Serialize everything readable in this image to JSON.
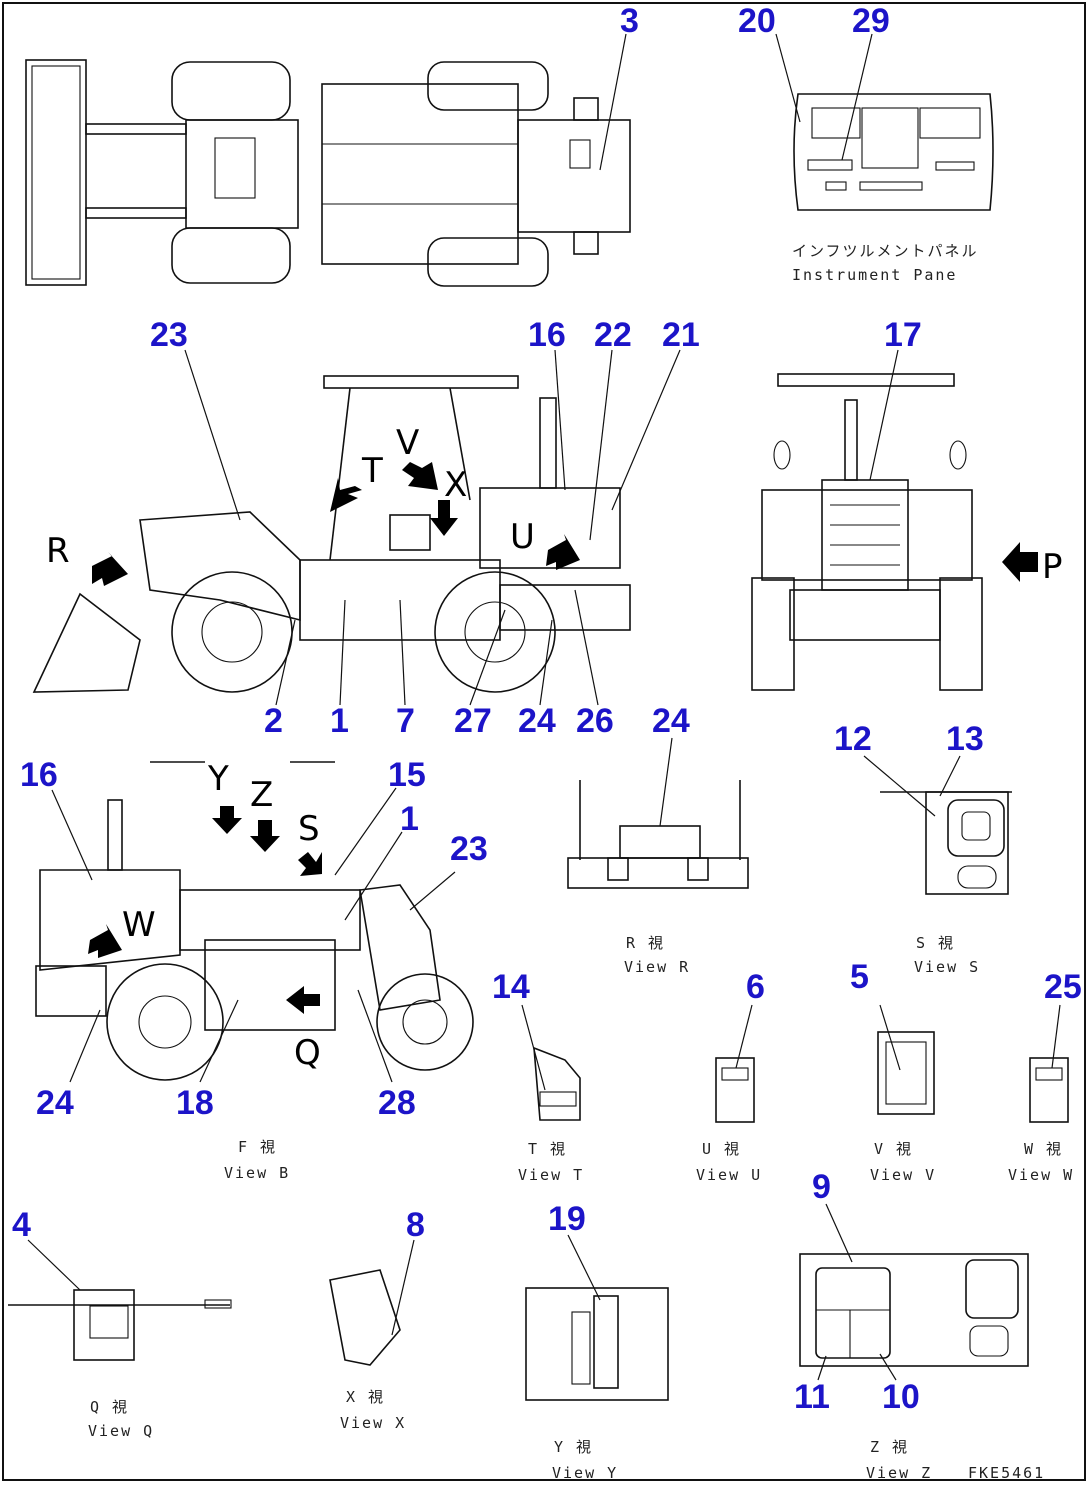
{
  "callouts": {
    "top_3": "3",
    "ip_20": "20",
    "ip_29": "29",
    "side_23": "23",
    "side_16": "16",
    "side_22": "22",
    "side_21": "21",
    "side_2": "2",
    "side_1": "1",
    "side_7": "7",
    "side_27": "27",
    "side_24": "24",
    "side_26": "26",
    "rear_17": "17",
    "left_16": "16",
    "left_15": "15",
    "left_1": "1",
    "left_23": "23",
    "left_24": "24",
    "left_18": "18",
    "left_28": "28",
    "viewr_24": "24",
    "views_12": "12",
    "views_13": "13",
    "viewt_14": "14",
    "viewu_6": "6",
    "viewv_5": "5",
    "vieww_25": "25",
    "viewq_4": "4",
    "viewx_8": "8",
    "viewy_19": "19",
    "viewz_9": "9",
    "viewz_11": "11",
    "viewz_10": "10"
  },
  "view_letters": {
    "R": "R",
    "T": "T",
    "V": "V",
    "X": "X",
    "U": "U",
    "P": "P",
    "Y": "Y",
    "Z": "Z",
    "S": "S",
    "W": "W",
    "Q": "Q"
  },
  "captions": {
    "instrument_jp": "インフツルメントパネル",
    "instrument_en": "Instrument Pane",
    "view_b_jp": "F 視",
    "view_b_en": "View B",
    "view_r_jp": "R 視",
    "view_r_en": "View R",
    "view_s_jp": "S 視",
    "view_s_en": "View S",
    "view_t_jp": "T 視",
    "view_t_en": "View T",
    "view_u_jp": "U 視",
    "view_u_en": "View U",
    "view_v_jp": "V 視",
    "view_v_en": "View V",
    "view_w_jp": "W 視",
    "view_w_en": "View W",
    "view_q_jp": "Q 視",
    "view_q_en": "View Q",
    "view_x_jp": "X 視",
    "view_x_en": "View X",
    "view_y_jp": "Y 視",
    "view_y_en": "View Y",
    "view_z_jp": "Z 視",
    "view_z_en": "View Z",
    "drawing_no": "FKE5461"
  }
}
